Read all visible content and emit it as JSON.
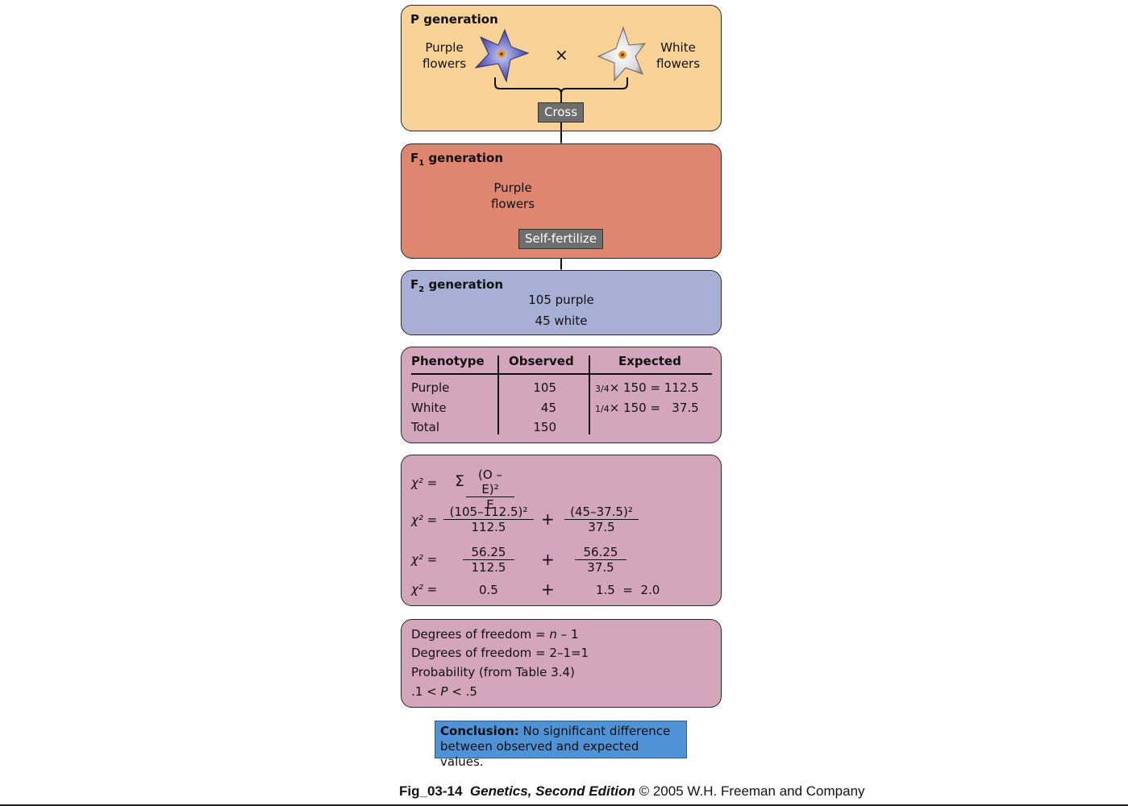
{
  "p_gen": {
    "title": "P generation",
    "left_label_1": "Purple",
    "left_label_2": "flowers",
    "right_label_1": "White",
    "right_label_2": "flowers",
    "cross_symbol": "×",
    "cross_label": "Cross",
    "flower_purple_icon": "purple-star-flower",
    "flower_white_icon": "white-star-flower"
  },
  "f1_gen": {
    "title_prefix": "F",
    "title_sub": "1",
    "title_suffix": " generation",
    "label_1": "Purple",
    "label_2": "flowers",
    "self_label": "Self-fertilize"
  },
  "f2_gen": {
    "title_prefix": "F",
    "title_sub": "2",
    "title_suffix": " generation",
    "count_purple": "105 purple",
    "count_white": "45 white"
  },
  "table": {
    "headers": [
      "Phenotype",
      "Observed",
      "Expected"
    ],
    "rows": [
      {
        "phenotype": "Purple",
        "observed": "105",
        "frac": "3/4",
        "expected": "× 150 = 112.5"
      },
      {
        "phenotype": "White",
        "observed": "45",
        "frac": "1/4",
        "expected": "× 150 =   37.5"
      },
      {
        "phenotype": "Total",
        "observed": "150",
        "frac": "",
        "expected": ""
      }
    ]
  },
  "chi": {
    "label": "χ² =",
    "formula_sigma": "Σ",
    "formula_num": "(O – E)²",
    "formula_den": "E",
    "row2_num1": "(105–112.5)²",
    "row2_den1": "112.5",
    "row2_num2": "(45–37.5)²",
    "row2_den2": "37.5",
    "row3_num1": "56.25",
    "row3_den1": "112.5",
    "row3_num2": "56.25",
    "row3_den2": "37.5",
    "row4_val1": "0.5",
    "row4_val2": "1.5  =  2.0",
    "plus": "+"
  },
  "df": {
    "line1_a": "Degrees of freedom = ",
    "line1_n": "n",
    "line1_b": " – 1",
    "line2": "Degrees of freedom = 2–1=1",
    "line3": "Probability (from Table 3.4)",
    "line4_a": ".1 < ",
    "line4_p": "P",
    "line4_b": " < .5"
  },
  "conclusion": {
    "bold": "Conclusion:",
    "text1": " No significant difference",
    "text2": "between observed and expected values."
  },
  "footer": {
    "fig_id": "Fig_03-14",
    "book": "Genetics, Second Edition",
    "copyright": " © 2005 W.H. Freeman and Company"
  }
}
